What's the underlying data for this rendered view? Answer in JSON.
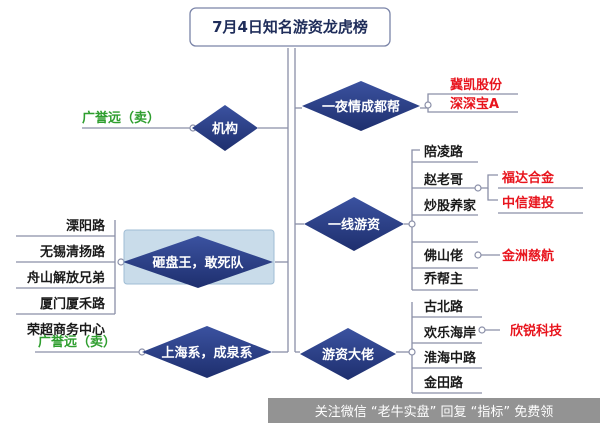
{
  "title": "7月4日知名游资龙虎榜",
  "branches": {
    "jigou": {
      "label": "机构",
      "leaves": [
        "广誉远（卖）"
      ]
    },
    "yiye": {
      "label": "一夜情成都帮",
      "leaves": [
        "冀凯股份",
        "深深宝A"
      ]
    },
    "yixian": {
      "label": "一线游资",
      "leaves": [
        "陪凌路",
        "赵老哥",
        "炒股养家",
        "佛山佬",
        "乔帮主"
      ],
      "zhao_stocks": [
        "福达合金",
        "中信建投"
      ],
      "foshan_stocks": [
        "金洲慈航"
      ]
    },
    "zapan": {
      "label": "砸盘王，敢死队",
      "leaves": [
        "溧阳路",
        "无锡清扬路",
        "舟山解放兄弟",
        "厦门厦禾路",
        "荣超商务中心"
      ]
    },
    "shanghai": {
      "label": "上海系，成泉系",
      "leaves": [
        "广誉远（卖）"
      ]
    },
    "dalao": {
      "label": "游资大佬",
      "leaves": [
        "古北路",
        "欢乐海岸",
        "淮海中路",
        "金田路"
      ],
      "huanle_stocks": [
        "欣锐科技"
      ]
    }
  },
  "watermark": "关注微信 “老牛实盘” 回复 “指标” 免费领",
  "colors": {
    "diamond": "#2b3f86",
    "line": "#8a8fa8",
    "accent_red": "#e8141d",
    "accent_green": "#2f9e2f"
  }
}
